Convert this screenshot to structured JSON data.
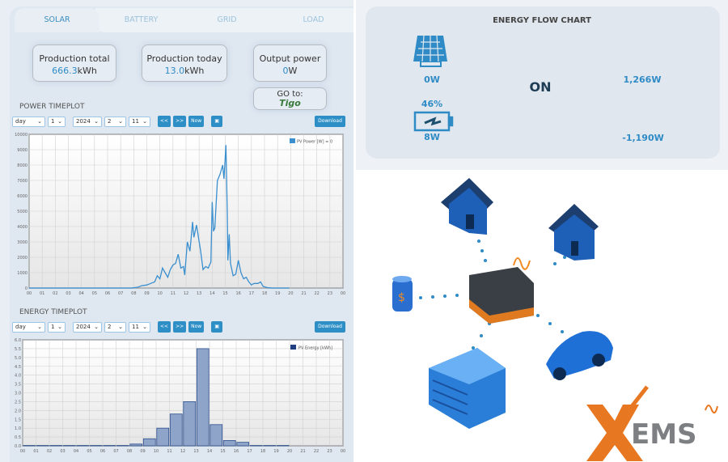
{
  "tabs": [
    "SOLAR",
    "BATTERY",
    "GRID",
    "LOAD"
  ],
  "stats": {
    "production_total": {
      "label": "Production total",
      "value": "666.3",
      "unit": "kWh"
    },
    "production_today": {
      "label": "Production today",
      "value": "13.0",
      "unit": "kWh"
    },
    "output_power": {
      "label": "Output power",
      "value": "0",
      "unit": "W"
    },
    "goto": {
      "label": "GO to:",
      "brand": "Tigo"
    }
  },
  "power": {
    "title": "POWER TIMEPLOT",
    "controls": {
      "period": "day",
      "count": "1",
      "year": "2024",
      "month": "2",
      "day": "11",
      "prev": "<<",
      "next": ">>",
      "now": "Now",
      "download": "Download"
    }
  },
  "energy": {
    "title": "ENERGY TIMEPLOT",
    "controls": {
      "period": "day",
      "count": "1",
      "year": "2024",
      "month": "2",
      "day": "11",
      "prev": "<<",
      "next": ">>",
      "now": "Now",
      "download": "Download"
    }
  },
  "chart_data": [
    {
      "type": "line",
      "legend": "PV Power [W] = 0",
      "ylim": [
        0,
        10000
      ],
      "yticks": [
        "0",
        "1000",
        "2000",
        "3000",
        "4000",
        "5000",
        "6000",
        "7000",
        "8000",
        "9000",
        "10000"
      ],
      "xticks": [
        "00",
        "01",
        "02",
        "03",
        "04",
        "05",
        "06",
        "07",
        "08",
        "09",
        "10",
        "11",
        "12",
        "13",
        "14",
        "15",
        "16",
        "17",
        "18",
        "19",
        "20",
        "21",
        "22",
        "23",
        "00"
      ],
      "points": [
        [
          0,
          0
        ],
        [
          7.8,
          0
        ],
        [
          8.3,
          50
        ],
        [
          8.6,
          150
        ],
        [
          9,
          200
        ],
        [
          9.3,
          300
        ],
        [
          9.6,
          400
        ],
        [
          9.8,
          800
        ],
        [
          10,
          600
        ],
        [
          10.2,
          1300
        ],
        [
          10.4,
          1000
        ],
        [
          10.6,
          700
        ],
        [
          10.8,
          1200
        ],
        [
          11,
          1500
        ],
        [
          11.2,
          1600
        ],
        [
          11.4,
          2200
        ],
        [
          11.6,
          1300
        ],
        [
          11.8,
          1400
        ],
        [
          11.9,
          850
        ],
        [
          12.1,
          3000
        ],
        [
          12.3,
          2400
        ],
        [
          12.5,
          4300
        ],
        [
          12.6,
          3300
        ],
        [
          12.8,
          4100
        ],
        [
          13.1,
          2500
        ],
        [
          13.3,
          1200
        ],
        [
          13.5,
          1400
        ],
        [
          13.7,
          1300
        ],
        [
          13.9,
          1700
        ],
        [
          14.0,
          5600
        ],
        [
          14.1,
          3700
        ],
        [
          14.2,
          3900
        ],
        [
          14.4,
          7000
        ],
        [
          14.6,
          7400
        ],
        [
          14.8,
          8000
        ],
        [
          14.9,
          7100
        ],
        [
          15.05,
          9300
        ],
        [
          15.15,
          5000
        ],
        [
          15.2,
          1800
        ],
        [
          15.3,
          3500
        ],
        [
          15.4,
          1600
        ],
        [
          15.6,
          800
        ],
        [
          15.8,
          900
        ],
        [
          16.0,
          1800
        ],
        [
          16.2,
          1000
        ],
        [
          16.4,
          600
        ],
        [
          16.6,
          700
        ],
        [
          16.8,
          400
        ],
        [
          17,
          200
        ],
        [
          17.2,
          300
        ],
        [
          17.5,
          300
        ],
        [
          17.7,
          400
        ],
        [
          17.9,
          100
        ],
        [
          18.2,
          30
        ],
        [
          18.6,
          0
        ],
        [
          19.9,
          0
        ]
      ]
    },
    {
      "type": "bar",
      "legend": "PV Energy [kWh]",
      "ylim": [
        0,
        6
      ],
      "yticks": [
        "0.0",
        "0.5",
        "1.0",
        "1.5",
        "2.0",
        "2.5",
        "3.0",
        "3.5",
        "4.0",
        "4.5",
        "5.0",
        "5.5",
        "6.0"
      ],
      "xticks": [
        "00",
        "01",
        "02",
        "03",
        "04",
        "05",
        "06",
        "07",
        "08",
        "09",
        "10",
        "11",
        "12",
        "13",
        "14",
        "15",
        "16",
        "17",
        "18",
        "19",
        "20",
        "21",
        "22",
        "23",
        "00"
      ],
      "values": [
        0.02,
        0.02,
        0.02,
        0.02,
        0.02,
        0.02,
        0.02,
        0.02,
        0.1,
        0.4,
        1.0,
        1.8,
        2.5,
        5.5,
        1.2,
        0.3,
        0.2,
        0.02,
        0.02,
        0.02,
        0,
        0,
        0,
        0
      ]
    }
  ],
  "flow": {
    "title": "ENERGY FLOW CHART",
    "status": "ON",
    "solar": "0W",
    "battery_pct": "46%",
    "battery": "8W",
    "grid": "1,266W",
    "load": "-1,190W"
  },
  "brand": {
    "logo": "XEMS"
  }
}
